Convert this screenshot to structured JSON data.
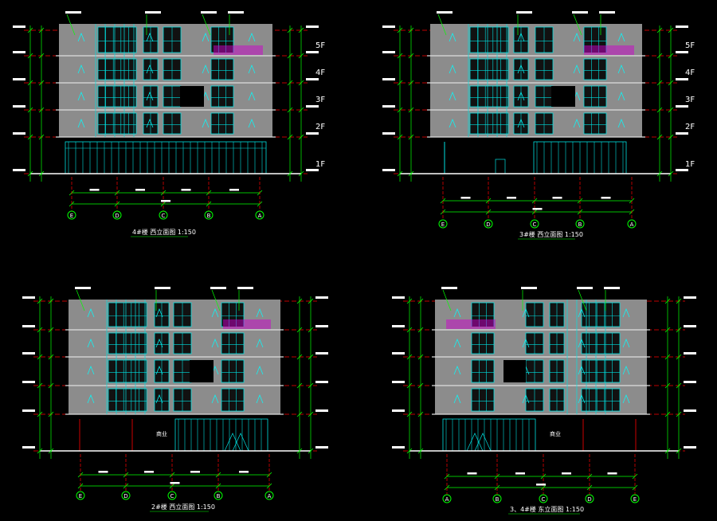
{
  "background": "#000000",
  "colors": {
    "facade": "#8c8c8c",
    "dim": "#00ff00",
    "dim_text": "#ffffff",
    "glass": "#00e0e0",
    "grid_line": "#ff0000",
    "roof_rail": "#cc00cc",
    "ground": "#ffffff",
    "leader": "#00ff00",
    "triangle": "#00ffff"
  },
  "drawings": [
    {
      "id": "elev-1",
      "title_main": "4#楼 西立面图",
      "title_scale": "1:150",
      "floor_labels": [
        "5F",
        "4F",
        "3F",
        "2F",
        "1F"
      ],
      "axis_labels": [
        "E",
        "D",
        "C",
        "B",
        "A"
      ]
    },
    {
      "id": "elev-2",
      "title_main": "3#楼 西立面图",
      "title_scale": "1:150",
      "floor_labels": [
        "5F",
        "4F",
        "3F",
        "2F",
        "1F"
      ],
      "axis_labels": [
        "E",
        "D",
        "C",
        "B",
        "A"
      ]
    },
    {
      "id": "elev-3",
      "title_main": "2#楼 西立面图",
      "title_scale": "1:150",
      "floor_labels": [],
      "axis_labels": [
        "E",
        "D",
        "C",
        "B",
        "A"
      ],
      "shop_label": "商业"
    },
    {
      "id": "elev-4",
      "title_main": "3、4#楼 东立面图",
      "title_scale": "1:150",
      "floor_labels": [],
      "axis_labels": [
        "A",
        "B",
        "C",
        "D",
        "E"
      ],
      "shop_label": "商业"
    }
  ]
}
